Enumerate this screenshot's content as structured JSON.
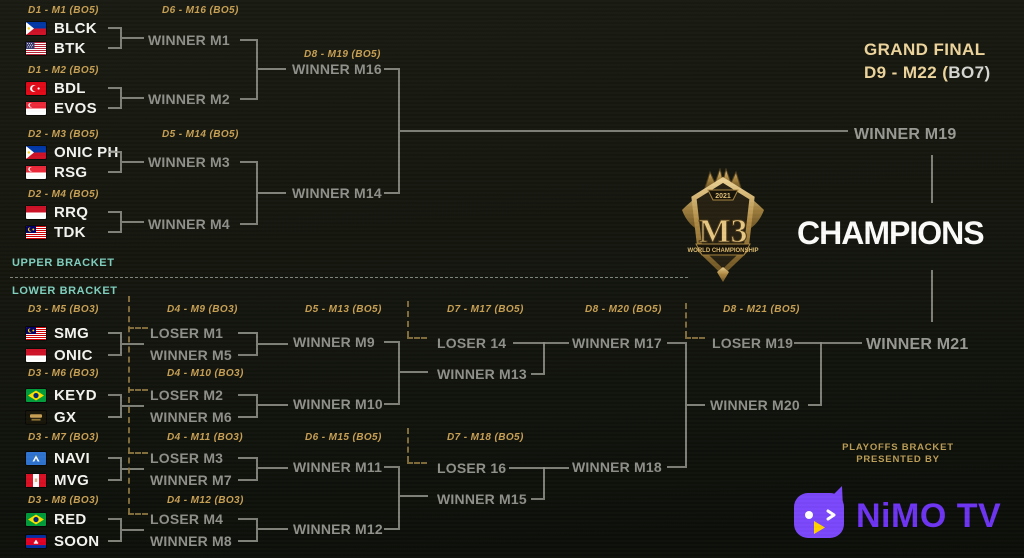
{
  "upper": {
    "section_label": "UPPER BRACKET",
    "m1": {
      "header": "D1 - M1 (BO5)",
      "team1": {
        "name": "BLCK",
        "flag": "ph"
      },
      "team2": {
        "name": "BTK",
        "flag": "us"
      }
    },
    "m2": {
      "header": "D1 - M2 (BO5)",
      "team1": {
        "name": "BDL",
        "flag": "tr"
      },
      "team2": {
        "name": "EVOS",
        "flag": "sg"
      }
    },
    "m3": {
      "header": "D2 - M3 (BO5)",
      "team1": {
        "name": "ONIC PH",
        "flag": "ph"
      },
      "team2": {
        "name": "RSG",
        "flag": "sg"
      }
    },
    "m4": {
      "header": "D2 - M4 (BO5)",
      "team1": {
        "name": "RRQ",
        "flag": "id"
      },
      "team2": {
        "name": "TDK",
        "flag": "my"
      }
    },
    "m16": {
      "header": "D6 - M16 (BO5)",
      "slot1": "WINNER M1",
      "slot2": "WINNER M2"
    },
    "m14": {
      "header": "D5 - M14 (BO5)",
      "slot1": "WINNER M3",
      "slot2": "WINNER M4"
    },
    "m19": {
      "header": "D8 - M19 (BO5)",
      "slot1": "WINNER M16",
      "slot2": "WINNER M14"
    }
  },
  "lower": {
    "section_label": "LOWER BRACKET",
    "m5": {
      "header": "D3 - M5 (BO3)",
      "team1": {
        "name": "SMG",
        "flag": "my"
      },
      "team2": {
        "name": "ONIC",
        "flag": "id"
      }
    },
    "m6": {
      "header": "D3 - M6 (BO3)",
      "team1": {
        "name": "KEYD",
        "flag": "br"
      },
      "team2": {
        "name": "GX",
        "flag": "gx"
      }
    },
    "m7": {
      "header": "D3 - M7 (BO3)",
      "team1": {
        "name": "NAVI",
        "flag": "navi"
      },
      "team2": {
        "name": "MVG",
        "flag": "pe"
      }
    },
    "m8": {
      "header": "D3 - M8 (BO3)",
      "team1": {
        "name": "RED",
        "flag": "br"
      },
      "team2": {
        "name": "SOON",
        "flag": "kh"
      }
    },
    "m9": {
      "header": "D4 - M9 (BO3)",
      "slot1": "LOSER M1",
      "slot2": "WINNER M5"
    },
    "m10": {
      "header": "D4 - M10 (BO3)",
      "slot1": "LOSER M2",
      "slot2": "WINNER M6"
    },
    "m11": {
      "header": "D4 - M11 (BO3)",
      "slot1": "LOSER M3",
      "slot2": "WINNER M7"
    },
    "m12": {
      "header": "D4 - M12 (BO3)",
      "slot1": "LOSER M4",
      "slot2": "WINNER M8"
    },
    "m13": {
      "header": "D5 - M13 (BO5)",
      "slot1": "WINNER M9",
      "slot2": "WINNER M10"
    },
    "m15": {
      "header": "D6 - M15 (BO5)",
      "slot1": "WINNER M11",
      "slot2": "WINNER M12"
    },
    "m17": {
      "header": "D7 - M17 (BO5)",
      "slot1": "LOSER 14",
      "slot2": "WINNER M13"
    },
    "m18": {
      "header": "D7 - M18 (BO5)",
      "slot1": "LOSER 16",
      "slot2": "WINNER M15"
    },
    "m20": {
      "header": "D8 - M20 (BO5)",
      "slot1": "WINNER M17",
      "slot2": "WINNER M18"
    },
    "m21": {
      "header": "D8 - M21 (BO5)",
      "slot1": "LOSER M19",
      "slot2": "WINNER M20"
    }
  },
  "grand_final": {
    "title": "GRAND FINAL",
    "match_label": "D9 - M22 (",
    "format_label": "BO7)",
    "slot1": "WINNER M19",
    "slot2": "WINNER M21",
    "champion_label": "CHAMPIONS"
  },
  "event_logo": {
    "year": "2021",
    "title": "M3",
    "subtitle": "WORLD CHAMPIONSHIP"
  },
  "sponsor": {
    "line1": "PLAYOFFS BRACKET",
    "line2": "PRESENTED BY",
    "brand": "NiMO TV"
  },
  "colors": {
    "gold": "#c9a154",
    "slot_grey": "#8f9089",
    "teal": "#7fcfbe",
    "purple": "#6d34f2",
    "champion_white": "#fcfcfb"
  }
}
